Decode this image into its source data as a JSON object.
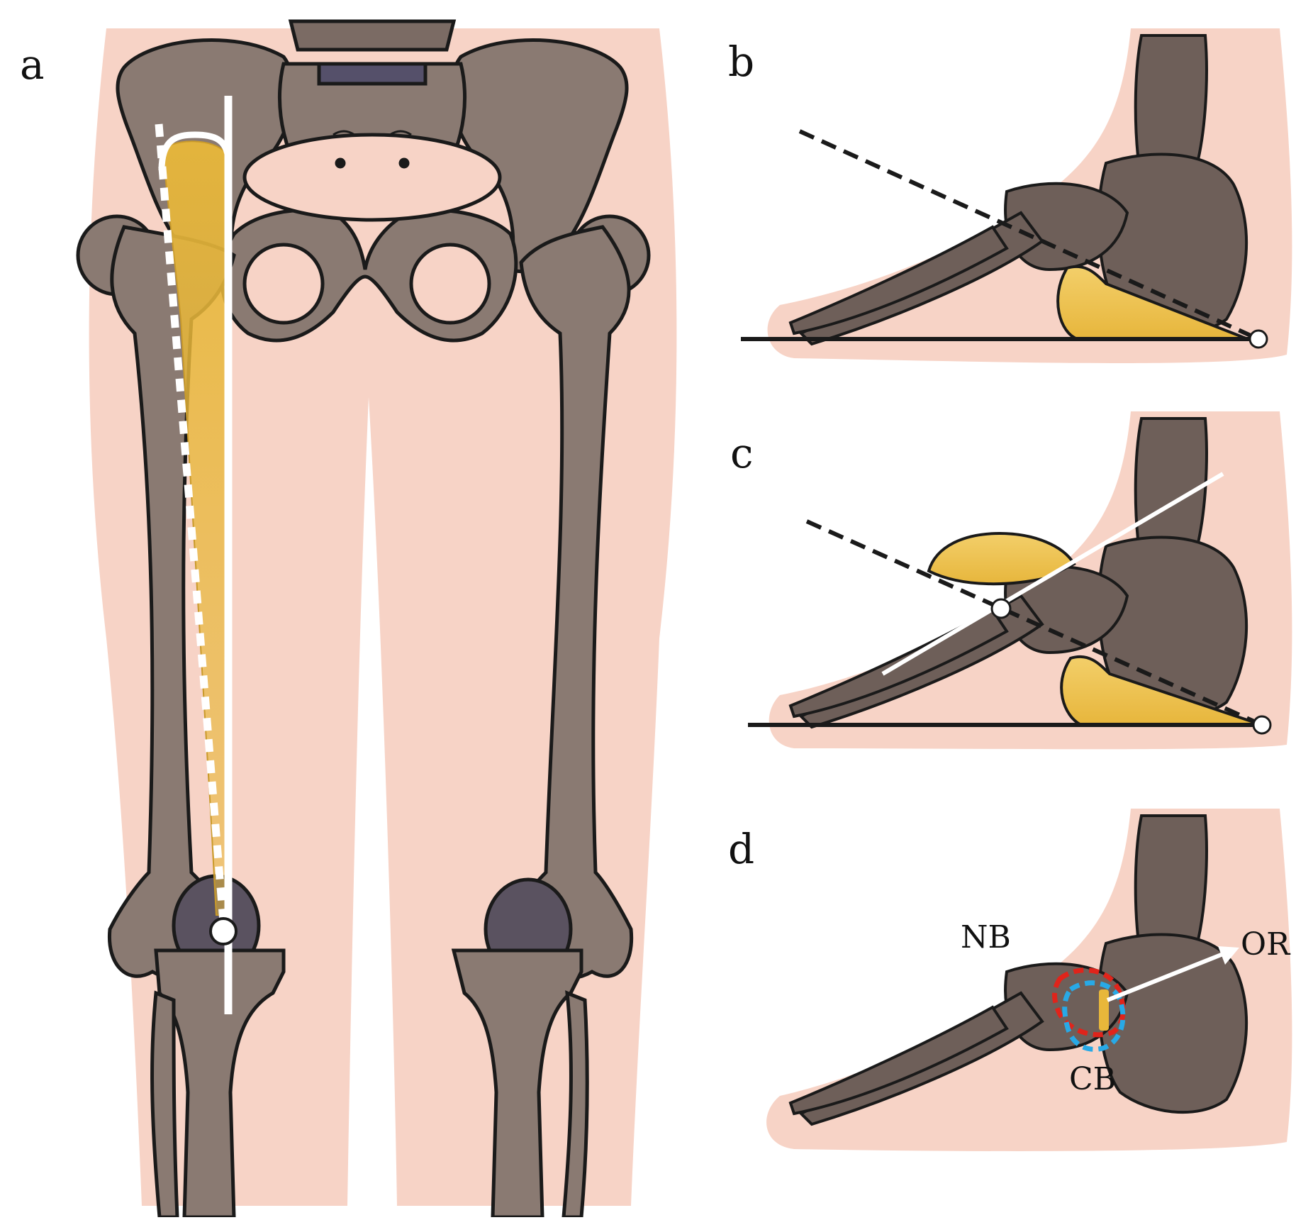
{
  "panels": {
    "a": {
      "label": "a"
    },
    "b": {
      "label": "b"
    },
    "c": {
      "label": "c"
    },
    "d": {
      "label": "d"
    }
  },
  "annotations": {
    "nb": "NB",
    "cb": "CB",
    "or": "OR"
  },
  "colors": {
    "skin": "#f7d3c6",
    "bone": "#8a7a72",
    "bone_dark": "#6e5f59",
    "patella": "#5a5260",
    "muscle": "#e8b73a",
    "outline": "#1a1a1a",
    "guide_line": "#ffffff",
    "dashed_red": "#e0241b",
    "dashed_blue": "#28a9e6"
  },
  "icons": {
    "a": "pelvis-and-legs-anatomy",
    "b": "foot-lateral-with-arch-support",
    "c": "foot-lateral-with-arch-and-dorsal-pad",
    "d": "foot-lateral-with-navicular-cuboid-outline"
  }
}
